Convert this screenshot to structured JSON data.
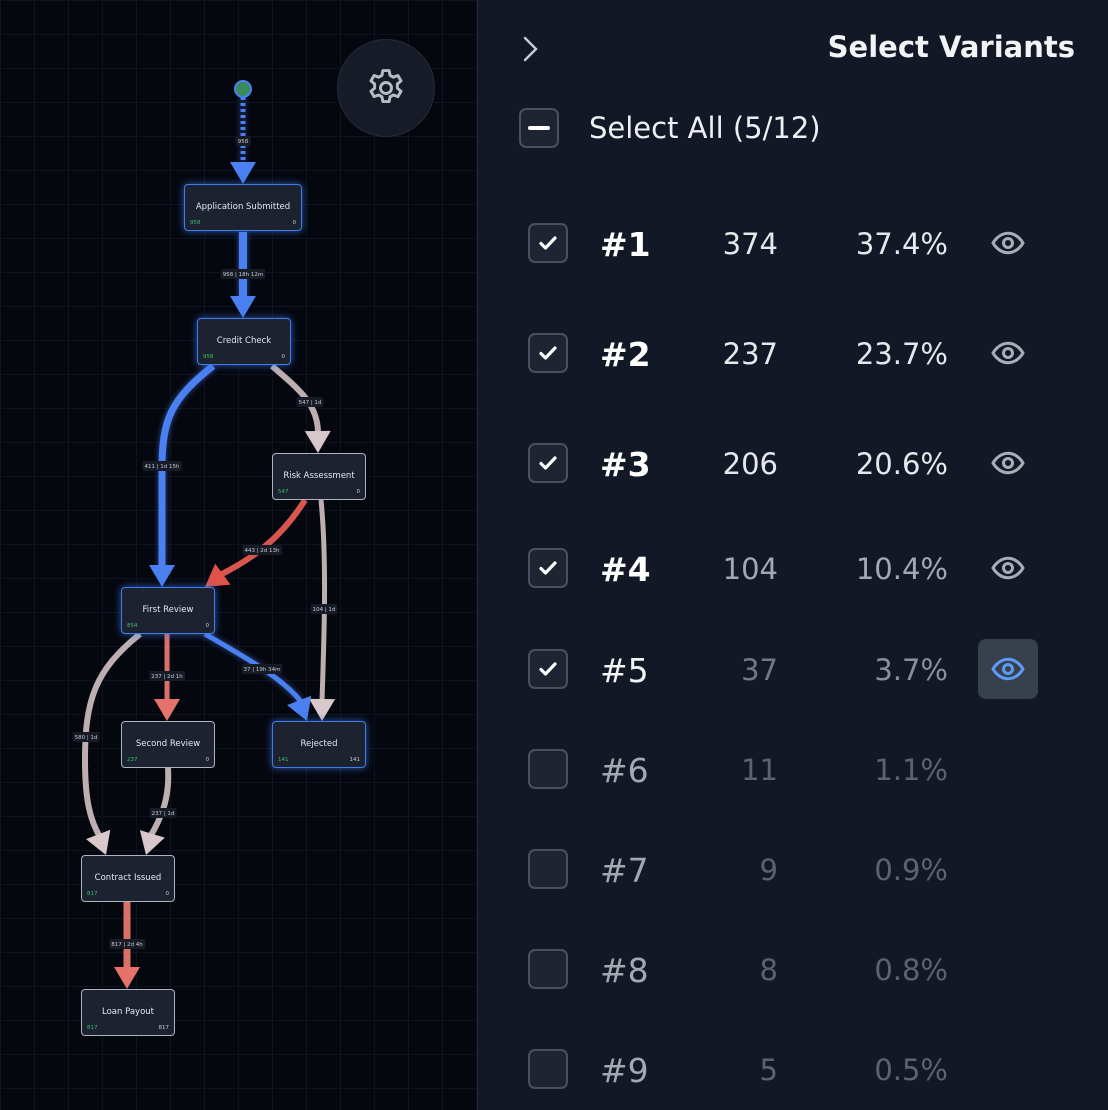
{
  "graph": {
    "start_count": "958",
    "nodes": {
      "app": {
        "name": "Application Submitted",
        "in": "958",
        "out": "0"
      },
      "credit": {
        "name": "Credit Check",
        "in": "958",
        "out": "0"
      },
      "risk": {
        "name": "Risk Assessment",
        "in": "547",
        "out": "0"
      },
      "first": {
        "name": "First Review",
        "in": "854",
        "out": "0"
      },
      "second": {
        "name": "Second Review",
        "in": "237",
        "out": "0"
      },
      "rejected": {
        "name": "Rejected",
        "in": "141",
        "out": "141"
      },
      "contract": {
        "name": "Contract Issued",
        "in": "817",
        "out": "0"
      },
      "payout": {
        "name": "Loan Payout",
        "in": "817",
        "out": "817"
      }
    },
    "edges": {
      "app_credit": "958 | 18h 12m",
      "credit_first": "411 | 1d 15h",
      "credit_risk": "547 | 1d",
      "risk_first": "443 | 2d 13h",
      "risk_rejected": "104 | 1d",
      "first_second": "237 | 2d 1h",
      "first_rejected": "37 | 19h 34m",
      "first_contract": "580 | 1d",
      "second_contract": "237 | 1d",
      "contract_payout": "817 | 2d 4h"
    },
    "colors": {
      "blue": "#4a80f0",
      "red": "#d9564f",
      "salmon": "#d9706a",
      "gray": "#bcaeb1",
      "start": "#3a8a5a"
    }
  },
  "panel": {
    "title": "Select Variants",
    "select_all": "Select All (5/12)",
    "variants": [
      {
        "id": "#1",
        "count": "374",
        "percent": "37.4%",
        "checked": true,
        "visible": true
      },
      {
        "id": "#2",
        "count": "237",
        "percent": "23.7%",
        "checked": true,
        "visible": true
      },
      {
        "id": "#3",
        "count": "206",
        "percent": "20.6%",
        "checked": true,
        "visible": true
      },
      {
        "id": "#4",
        "count": "104",
        "percent": "10.4%",
        "checked": true,
        "visible": true
      },
      {
        "id": "#5",
        "count": "37",
        "percent": "3.7%",
        "checked": true,
        "visible": true,
        "active": true
      },
      {
        "id": "#6",
        "count": "11",
        "percent": "1.1%",
        "checked": false
      },
      {
        "id": "#7",
        "count": "9",
        "percent": "0.9%",
        "checked": false
      },
      {
        "id": "#8",
        "count": "8",
        "percent": "0.8%",
        "checked": false
      },
      {
        "id": "#9",
        "count": "5",
        "percent": "0.5%",
        "checked": false
      }
    ]
  }
}
